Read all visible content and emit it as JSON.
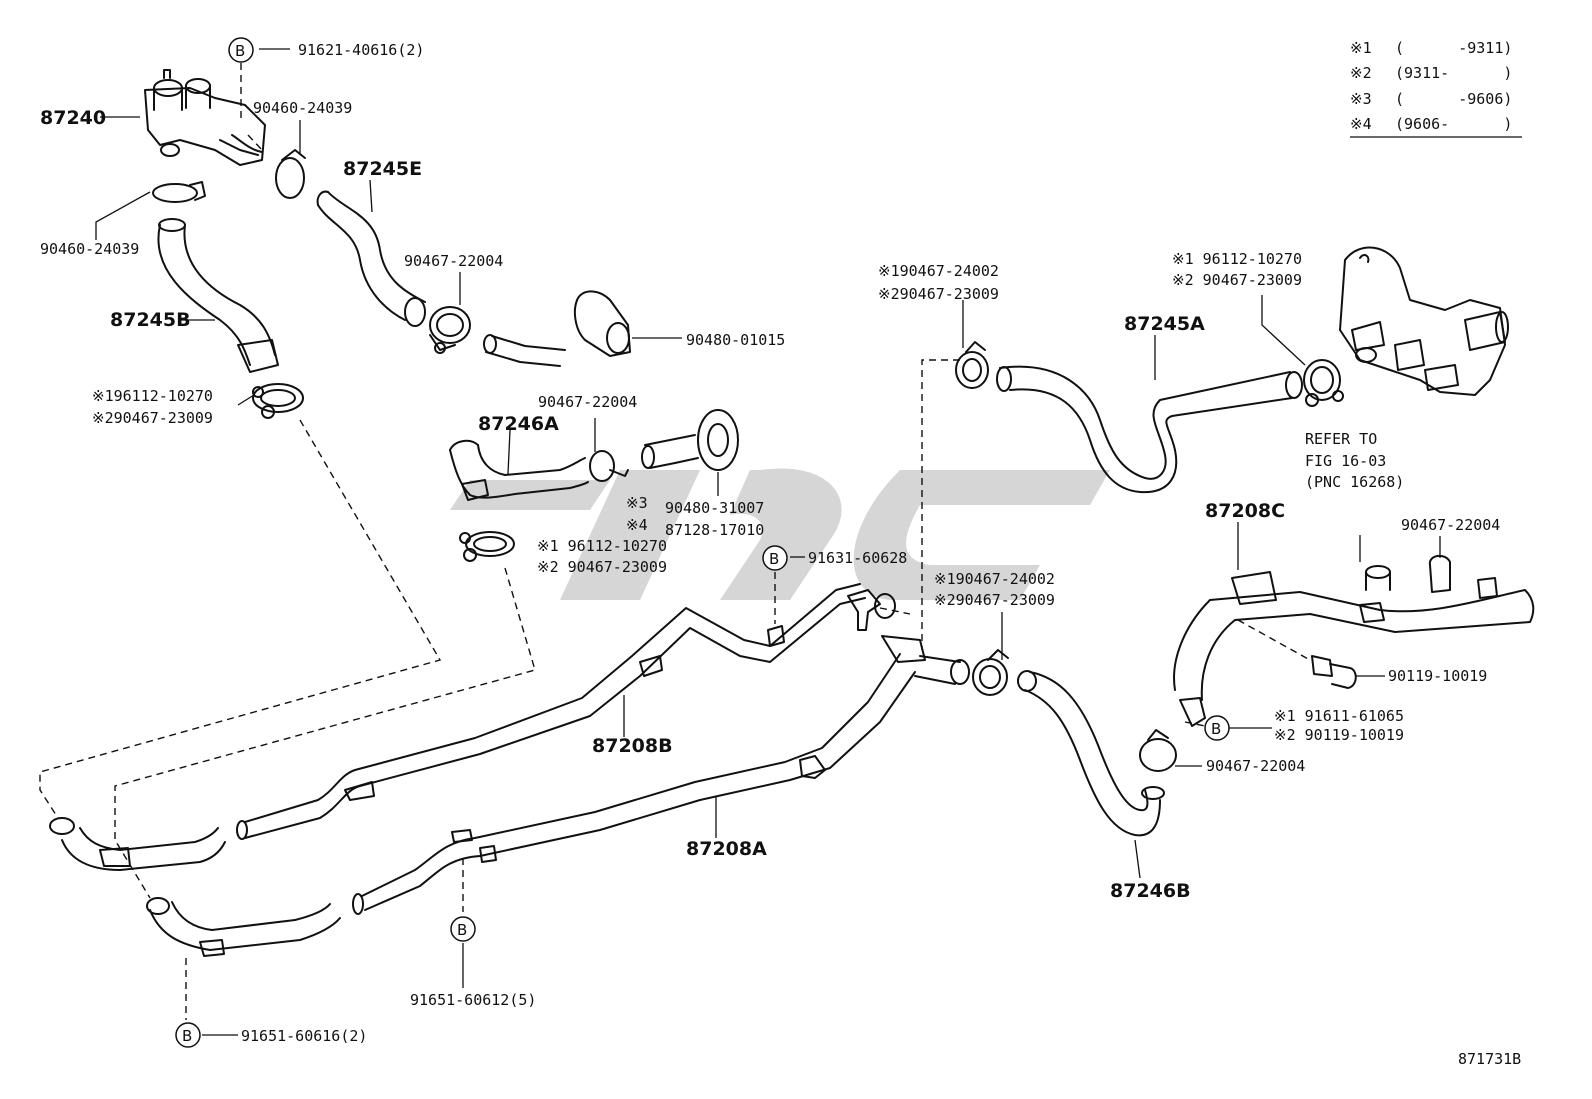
{
  "legend": [
    {
      "mark": "※1",
      "range": "(      -9311)"
    },
    {
      "mark": "※2",
      "range": "(9311-      )"
    },
    {
      "mark": "※3",
      "range": "(      -9606)"
    },
    {
      "mark": "※4",
      "range": "(9606-      )"
    }
  ],
  "labels": {
    "p87240": "87240",
    "p91621": "91621-40616(2)",
    "p90460a": "90460-24039",
    "p90460b": "90460-24039",
    "p87245E": "87245E",
    "p87245B": "87245B",
    "p90467_22004_a": "90467-22004",
    "p90480_01015": "90480-01015",
    "p96112_a": "※196112-10270",
    "p90467_23009_a": "※290467-23009",
    "p90467_22004_b": "90467-22004",
    "p87246A": "87246A",
    "p90480_31007_mark": "※3",
    "p90480_31007": "90480-31007",
    "p87128_mark": "※4",
    "p87128": "87128-17010",
    "p96112_b": "※1 96112-10270",
    "p90467_23009_b": "※2 90467-23009",
    "p91631": "91631-60628",
    "p90467_24002_a": "※190467-24002",
    "p90467_23009_c": "※290467-23009",
    "p87245A": "87245A",
    "p96112_c": "※1 96112-10270",
    "p90467_23009_d": "※2 90467-23009",
    "refer1": "REFER TO",
    "refer2": "FIG 16-03",
    "refer3": "(PNC 16268)",
    "p87208C": "87208C",
    "p90467_22004_c": "90467-22004",
    "p90467_24002_b": "※190467-24002",
    "p90467_23009_e": "※290467-23009",
    "p90119_a": "90119-10019",
    "p91611": "※1 91611-61065",
    "p90119_b": "※2 90119-10019",
    "p90467_22004_d": "90467-22004",
    "p87208B": "87208B",
    "p87208A": "87208A",
    "p87246B": "87246B",
    "p91651_5": "91651-60612(5)",
    "p91651_2": "91651-60616(2)",
    "figure_id": "871731B"
  },
  "bubble_letter": "B"
}
